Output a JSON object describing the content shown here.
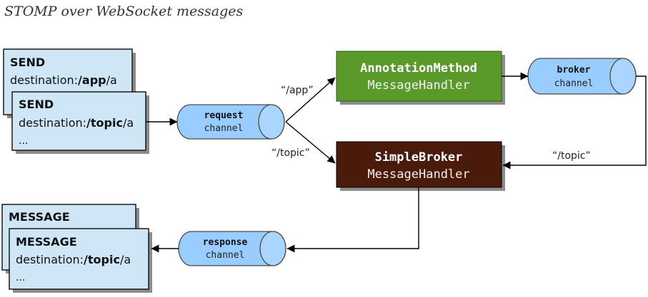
{
  "title": "STOMP over WebSocket messages",
  "send_back": {
    "head": "SEND",
    "dest_prefix": "destination:",
    "dest_bold": "/app",
    "dest_suffix": "/a"
  },
  "send_front": {
    "head": "SEND",
    "dest_prefix": "destination:",
    "dest_bold": "/topic",
    "dest_suffix": "/a",
    "ellipsis": "..."
  },
  "message_back": {
    "head": "MESSAGE"
  },
  "message_front": {
    "head": "MESSAGE",
    "dest_prefix": "destination:",
    "dest_bold": "/topic",
    "dest_suffix": "/a",
    "ellipsis": "..."
  },
  "request_channel": {
    "line1": "request",
    "line2": "channel"
  },
  "response_channel": {
    "line1": "response",
    "line2": "channel"
  },
  "broker_channel": {
    "line1": "broker",
    "line2": "channel"
  },
  "annotation_handler": {
    "line1": "AnnotationMethod",
    "line2": "MessageHandler",
    "color": "#5a9a2a"
  },
  "simple_broker": {
    "line1": "SimpleBroker",
    "line2": "MessageHandler",
    "color": "#4a1a0a"
  },
  "routes": {
    "app": "“/app”",
    "topic": "“/topic”",
    "broker_topic": "“/topic”"
  },
  "colors": {
    "message_box": "#cfe6f6",
    "channel": "#99ccff"
  }
}
